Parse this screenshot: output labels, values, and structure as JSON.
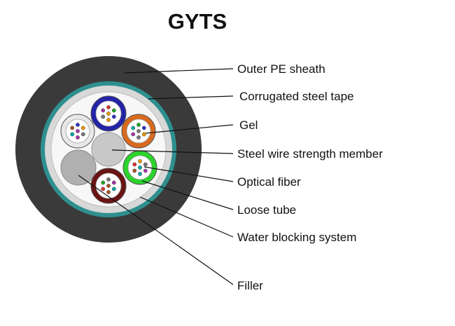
{
  "title": "GYTS",
  "labels": {
    "outer_sheath": "Outer PE sheath",
    "steel_tape": "Corrugated steel tape",
    "gel": "Gel",
    "strength_member": "Steel wire strength member",
    "optical_fiber": "Optical fiber",
    "loose_tube": "Loose tube",
    "water_blocking": "Water blocking system",
    "filler": "Filler"
  },
  "colors": {
    "sheath": "#3a3a3a",
    "steel_tape": "#2f8f8f",
    "water_blocking": "#d8d8d8",
    "core_fill": "#f7f7f7",
    "strength_member": "#c8c8c8",
    "filler": "#b0b0b0",
    "tube_blue": "#2424a8",
    "tube_orange": "#d86a1e",
    "tube_white": "#e8e8e8",
    "tube_green": "#2bd42b",
    "tube_brown": "#6a1414"
  },
  "tubes": [
    {
      "name": "tube-blue",
      "color_key": "tube_blue"
    },
    {
      "name": "tube-orange",
      "color_key": "tube_orange"
    },
    {
      "name": "tube-white",
      "color_key": "tube_white"
    },
    {
      "name": "tube-green",
      "color_key": "tube_green"
    },
    {
      "name": "tube-brown",
      "color_key": "tube_brown"
    }
  ]
}
